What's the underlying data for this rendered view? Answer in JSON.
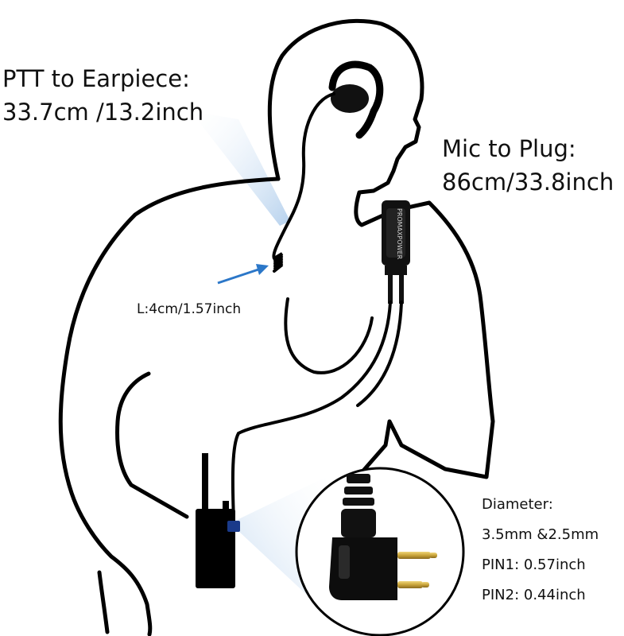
{
  "labels": {
    "ptt_to_earpiece": {
      "title": "PTT to Earpiece:",
      "value": "33.7cm /13.2inch"
    },
    "mic_to_plug": {
      "title": "Mic to Plug:",
      "value": "86cm/33.8inch"
    },
    "coil_length": "L:4cm/1.57inch",
    "plug_specs": {
      "diameter_title": "Diameter:",
      "diameter_value": "3.5mm &2.5mm",
      "pin1": "PIN1: 0.57inch",
      "pin2": "PIN2: 0.44inch"
    }
  },
  "mic_brand": "PROMAXPOWER",
  "colors": {
    "outline": "#000000",
    "callout_blue": "#b6d3ee",
    "arrow": "#2b77c8",
    "pin_gold": "#c9a43a"
  }
}
